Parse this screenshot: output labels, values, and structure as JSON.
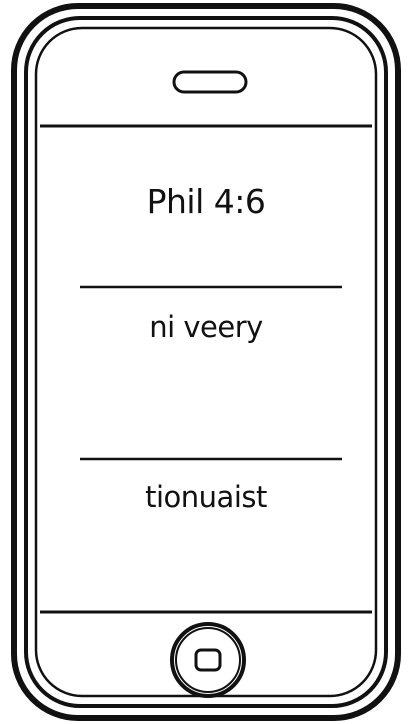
{
  "worksheet": {
    "title": "Phil 4:6",
    "scrambled_word_1": "ni veery",
    "scrambled_word_2": "tionuaist"
  },
  "icons": {
    "speaker": "speaker-slot-icon",
    "home_button": "home-button-icon"
  },
  "colors": {
    "ink": "#111111",
    "background": "#ffffff"
  }
}
